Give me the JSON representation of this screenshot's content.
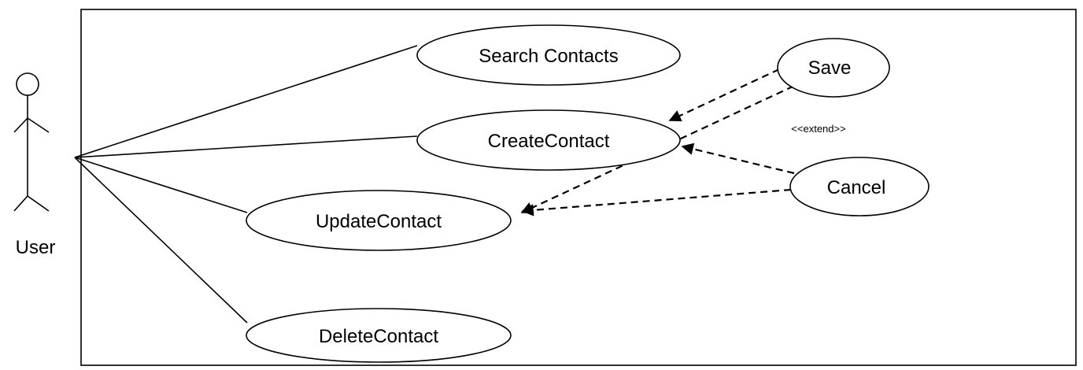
{
  "actor": {
    "name": "User"
  },
  "use_cases": {
    "search": "Search Contacts",
    "create": "CreateContact",
    "update": "UpdateContact",
    "delete": "DeleteContact",
    "save": "Save",
    "cancel": "Cancel"
  },
  "stereotype": "<<extend>>"
}
